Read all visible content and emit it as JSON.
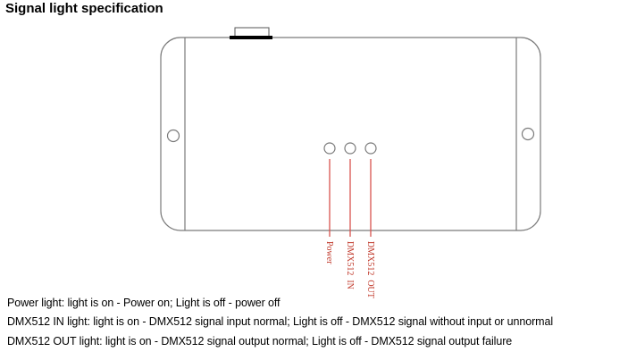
{
  "title": "Signal light specification",
  "colors": {
    "outline": "#7a7a7a",
    "connector": "#000000",
    "leader_line": "#d9534f",
    "label": "#c0392b"
  },
  "indicators": [
    {
      "label": "Power"
    },
    {
      "label": "DMX512  IN"
    },
    {
      "label": "DMX512  OUT"
    }
  ],
  "descriptions": [
    "Power light: light is on - Power on; Light is off - power off",
    "DMX512 IN light: light is on - DMX512 signal input normal; Light is off - DMX512 signal without input or unnormal",
    "DMX512 OUT light: light is on - DMX512 signal output normal; Light is off - DMX512 signal output failure"
  ]
}
